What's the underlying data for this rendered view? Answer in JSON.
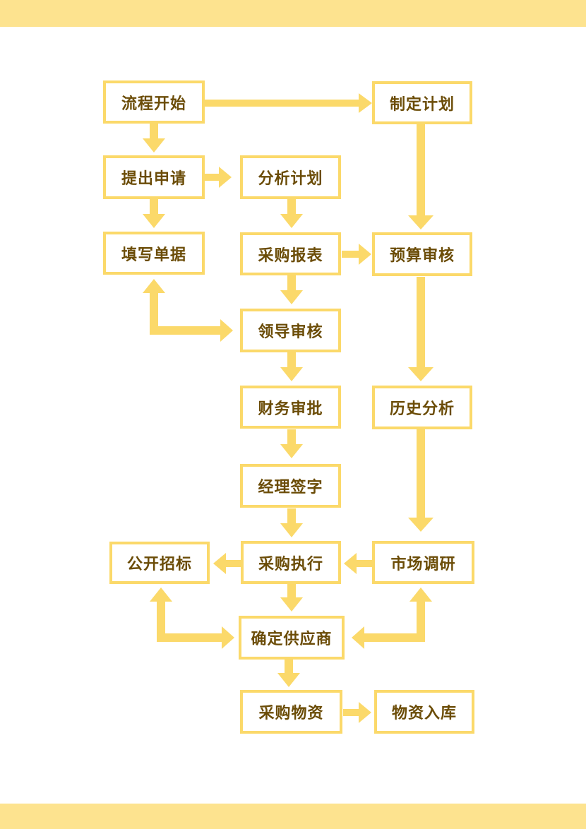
{
  "colors": {
    "band": "#fde38f",
    "box_border": "#fbd96a",
    "arrow": "#fbd96a",
    "text": "#6b4c07"
  },
  "nodes": {
    "start": "流程开始",
    "plan": "制定计划",
    "apply": "提出申请",
    "analyze_plan": "分析计划",
    "fill_form": "填写单据",
    "purchase_report": "采购报表",
    "budget_review": "预算审核",
    "leader_review": "领导审核",
    "finance_approve": "财务审批",
    "history_analysis": "历史分析",
    "manager_sign": "经理签字",
    "public_bid": "公开招标",
    "purchase_execute": "采购执行",
    "market_research": "市场调研",
    "confirm_supplier": "确定供应商",
    "purchase_goods": "采购物资",
    "goods_storage": "物资入库"
  }
}
